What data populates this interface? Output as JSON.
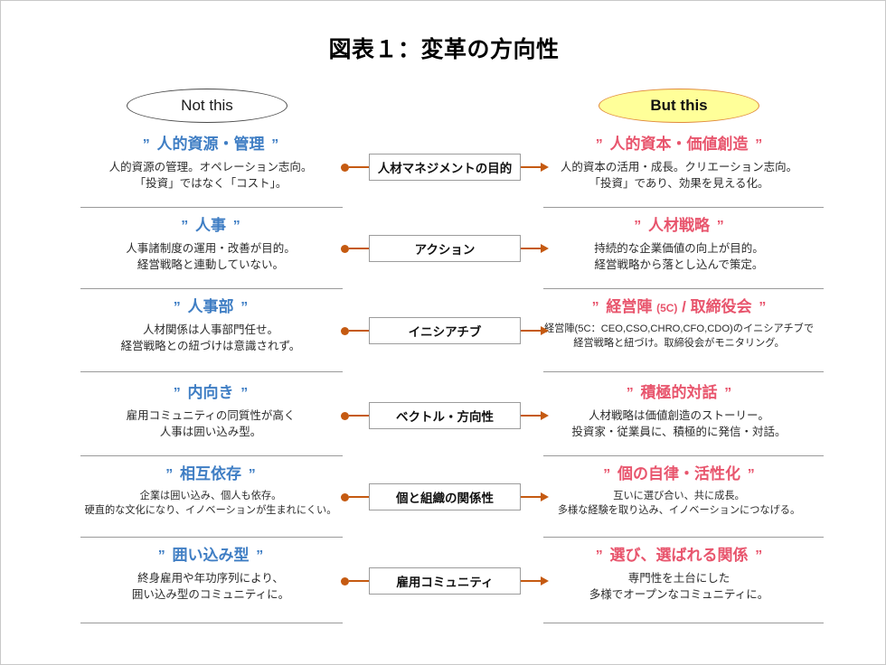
{
  "title": "図表１：変革の方向性",
  "columns": {
    "left_label": "Not this",
    "right_label": "But this"
  },
  "colors": {
    "left_heading": "#3f7ec4",
    "right_heading": "#e8556d",
    "arrow": "#c55a11",
    "but_this_fill": "#ffff99",
    "but_this_border": "#e08a3c"
  },
  "rows": [
    {
      "connector": "人材マネジメントの目的",
      "left": {
        "heading": "人的資源・管理",
        "lines": [
          "人的資源の管理。オペレーション志向。",
          "「投資」ではなく「コスト」。"
        ]
      },
      "right": {
        "heading": "人的資本・価値創造",
        "lines": [
          "人的資本の活用・成長。クリエーション志向。",
          "「投資」であり、効果を見える化。"
        ]
      }
    },
    {
      "connector": "アクション",
      "left": {
        "heading": "人事",
        "lines": [
          "人事諸制度の運用・改善が目的。",
          "経営戦略と連動していない。"
        ]
      },
      "right": {
        "heading": "人材戦略",
        "lines": [
          "持続的な企業価値の向上が目的。",
          "経営戦略から落とし込んで策定。"
        ]
      }
    },
    {
      "connector": "イニシアチブ",
      "left": {
        "heading": "人事部",
        "lines": [
          "人材関係は人事部門任せ。",
          "経営戦略との紐づけは意識されず。"
        ]
      },
      "right": {
        "heading_main": "経営陣",
        "heading_note": "(5C)",
        "heading_sep": "/",
        "heading_tail": "取締役会",
        "lines": [
          "経営陣(5C：CEO,CSO,CHRO,CFO,CDO)のイニシアチブで",
          "経営戦略と紐づけ。取締役会がモニタリング。"
        ]
      }
    },
    {
      "connector": "ベクトル・方向性",
      "left": {
        "heading": "内向き",
        "lines": [
          "雇用コミュニティの同質性が高く",
          "人事は囲い込み型。"
        ]
      },
      "right": {
        "heading": "積極的対話",
        "lines": [
          "人材戦略は価値創造のストーリー。",
          "投資家・従業員に、積極的に発信・対話。"
        ]
      }
    },
    {
      "connector": "個と組織の関係性",
      "left": {
        "heading": "相互依存",
        "lines": [
          "企業は囲い込み、個人も依存。",
          "硬直的な文化になり、イノベーションが生まれにくい。"
        ]
      },
      "right": {
        "heading": "個の自律・活性化",
        "lines": [
          "互いに選び合い、共に成長。",
          "多様な経験を取り込み、イノベーションにつなげる。"
        ]
      }
    },
    {
      "connector": "雇用コミュニティ",
      "left": {
        "heading": "囲い込み型",
        "lines": [
          "終身雇用や年功序列により、",
          "囲い込み型のコミュニティに。"
        ]
      },
      "right": {
        "heading": "選び、選ばれる関係",
        "lines": [
          "専門性を土台にした",
          "多様でオープンなコミュニティに。"
        ]
      }
    }
  ]
}
